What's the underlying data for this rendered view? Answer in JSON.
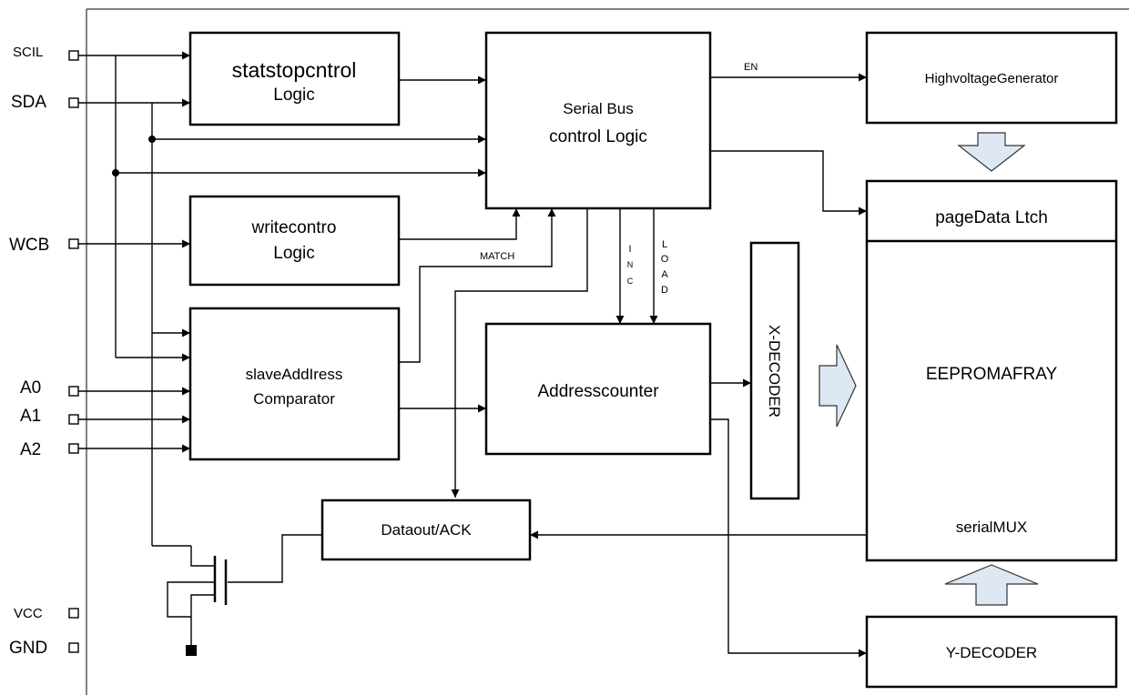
{
  "pins": {
    "scl": "SCIL",
    "sda": "SDA",
    "wcb": "WCB",
    "a0": "A0",
    "a1": "A1",
    "a2": "A2",
    "vcc": "VCC",
    "gnd": "GND"
  },
  "blocks": {
    "start_stop": {
      "line1": "statstopcntrol",
      "line2": "Logic"
    },
    "serial_bus": {
      "line1": "Serial Bus",
      "line2": "control Logic"
    },
    "high_voltage": {
      "label": "HighvoltageGenerator"
    },
    "write_control": {
      "line1": "writecontro",
      "line2": "Logic"
    },
    "slave_address": {
      "line1": "slaveAddIress",
      "line2": "Comparator"
    },
    "address_counter": {
      "label": "Addresscounter"
    },
    "x_decoder": {
      "label": "X-DECODER"
    },
    "page_latch": {
      "label": "pageData Ltch"
    },
    "eeprom_array": {
      "label": "EEPROMAFRAY"
    },
    "serial_mux": {
      "label": "serialMUX"
    },
    "data_out": {
      "label": "Dataout/ACK"
    },
    "y_decoder": {
      "label": "Y-DECODER"
    }
  },
  "signals": {
    "en": "EN",
    "match": "MATCH",
    "inc": [
      "I",
      "N",
      "C"
    ],
    "load": [
      "L",
      "O",
      "A",
      "D"
    ]
  }
}
